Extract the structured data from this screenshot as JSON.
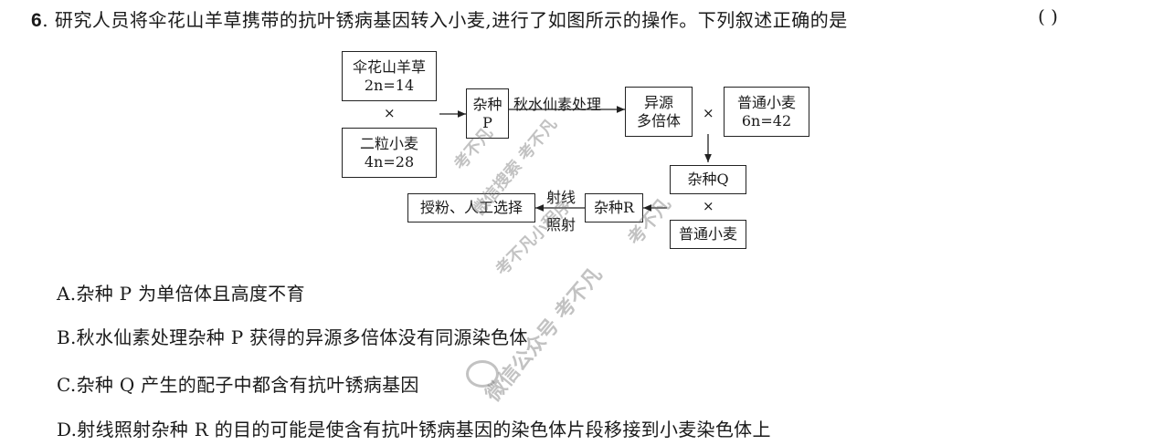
{
  "question": {
    "number": "6",
    "stem": ". 研究人员将伞花山羊草携带的抗叶锈病基因转入小麦,进行了如图所示的操作。下列叙述正确的是",
    "answer_blank": "(        )"
  },
  "diagram": {
    "parent1": {
      "name": "伞花山羊草",
      "karyotype": "2n=14"
    },
    "cross_symbol": "×",
    "parent2": {
      "name": "二粒小麦",
      "karyotype": "4n=28"
    },
    "hybrid_p": {
      "line1": "杂种",
      "line2": "P"
    },
    "treatment": "秋水仙素处理",
    "allopolyploid": {
      "line1": "异源",
      "line2": "多倍体"
    },
    "common_wheat_1": {
      "name": "普通小麦",
      "karyotype": "6n=42"
    },
    "hybrid_q": "杂种Q",
    "common_wheat_2": "普通小麦",
    "hybrid_r": "杂种R",
    "irradiation": {
      "line1": "射线",
      "line2": "照射"
    },
    "final_step": "授粉、人工选择"
  },
  "options": [
    {
      "label": "A.",
      "text": "杂种 P 为单倍体且高度不育"
    },
    {
      "label": "B.",
      "text": "秋水仙素处理杂种 P 获得的异源多倍体没有同源染色体"
    },
    {
      "label": "C.",
      "text": "杂种 Q 产生的配子中都含有抗叶锈病基因"
    },
    {
      "label": "D.",
      "text": "射线照射杂种 R 的目的可能是使含有抗叶锈病基因的染色体片段移接到小麦染色体上"
    }
  ],
  "watermarks": [
    "考不凡",
    "微信搜索 考不凡",
    "考不凡小程序",
    "考不凡",
    "微信公众号 考不凡"
  ]
}
